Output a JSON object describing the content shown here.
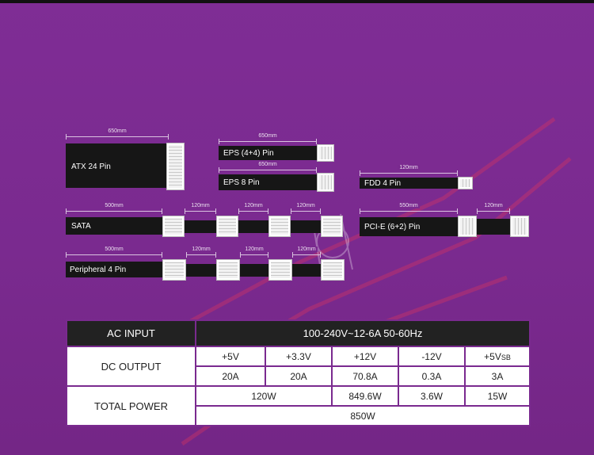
{
  "cables": {
    "atx": {
      "label": "ATX 24 Pin",
      "dim": "650mm"
    },
    "eps44": {
      "label": "EPS (4+4) Pin",
      "dim": "650mm"
    },
    "eps8": {
      "label": "EPS 8 Pin",
      "dim": "650mm"
    },
    "fdd": {
      "label": "FDD 4 Pin",
      "dim": "120mm"
    },
    "sata": {
      "label": "SATA",
      "dims": [
        "500mm",
        "120mm",
        "120mm",
        "120mm"
      ]
    },
    "pcie": {
      "label": "PCI-E (6+2) Pin",
      "dims": [
        "550mm",
        "120mm"
      ]
    },
    "peripheral": {
      "label": "Peripheral 4 Pin",
      "dims": [
        "500mm",
        "120mm",
        "120mm",
        "120mm"
      ]
    }
  },
  "spec_table": {
    "ac_input_label": "AC INPUT",
    "ac_input_value": "100-240V~12-6A 50-60Hz",
    "dc_output_label": "DC OUTPUT",
    "rails": [
      "+5V",
      "+3.3V",
      "+12V",
      "-12V",
      "+5V"
    ],
    "standby_subscript": "SB",
    "currents": [
      "20A",
      "20A",
      "70.8A",
      "0.3A",
      "3A"
    ],
    "total_power_label": "TOTAL POWER",
    "powers": [
      "120W",
      "849.6W",
      "3.6W",
      "15W"
    ],
    "total": "850W"
  },
  "colors": {
    "background": "#7a2a8f",
    "cable": "#161616",
    "header": "#222222",
    "cell": "#ffffff"
  }
}
